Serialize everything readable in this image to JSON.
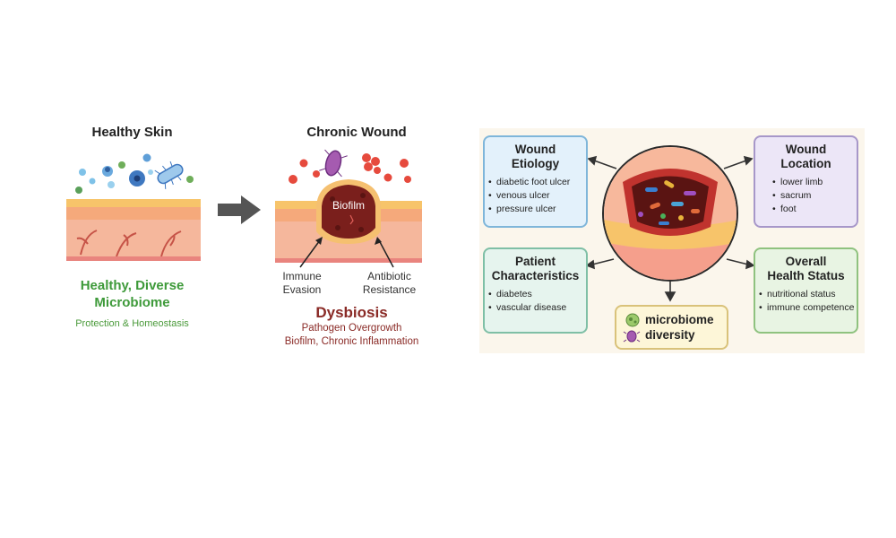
{
  "left_panel": {
    "healthy_title": "Healthy Skin",
    "healthy_caption_line1": "Healthy, Diverse",
    "healthy_caption_line2": "Microbiome",
    "healthy_subcaption": "Protection & Homeostasis",
    "chronic_title": "Chronic Wound",
    "biofilm_label": "Biofilm",
    "immune_label_line1": "Immune",
    "immune_label_line2": "Evasion",
    "antibiotic_label_line1": "Antibiotic",
    "antibiotic_label_line2": "Resistance",
    "dysbiosis_title": "Dysbiosis",
    "dysbiosis_sub1": "Pathogen Overgrowth",
    "dysbiosis_sub2": "Biofilm, Chronic Inflammation"
  },
  "right_panel": {
    "wound_etiology": {
      "title_line1": "Wound",
      "title_line2": "Etiology",
      "items": [
        "diabetic foot ulcer",
        "venous ulcer",
        "pressure ulcer"
      ]
    },
    "wound_location": {
      "title_line1": "Wound",
      "title_line2": "Location",
      "items": [
        "lower limb",
        "sacrum",
        "foot"
      ]
    },
    "patient_characteristics": {
      "title_line1": "Patient",
      "title_line2": "Characteristics",
      "items": [
        "diabetes",
        "vascular disease"
      ]
    },
    "overall_health": {
      "title_line1": "Overall",
      "title_line2": "Health Status",
      "items": [
        "nutritional status",
        "immune competence"
      ]
    },
    "microbiome_line1": "microbiome",
    "microbiome_line2": "diversity"
  },
  "colors": {
    "healthy_green": "#3e9a3a",
    "dysbiosis_red": "#8a2a26",
    "etiology_box": "#e3f1fb",
    "location_box": "#ece6f7",
    "patient_box": "#e6f4ee",
    "health_box": "#e8f4e3",
    "microbiome_box": "#fdf6d8"
  }
}
